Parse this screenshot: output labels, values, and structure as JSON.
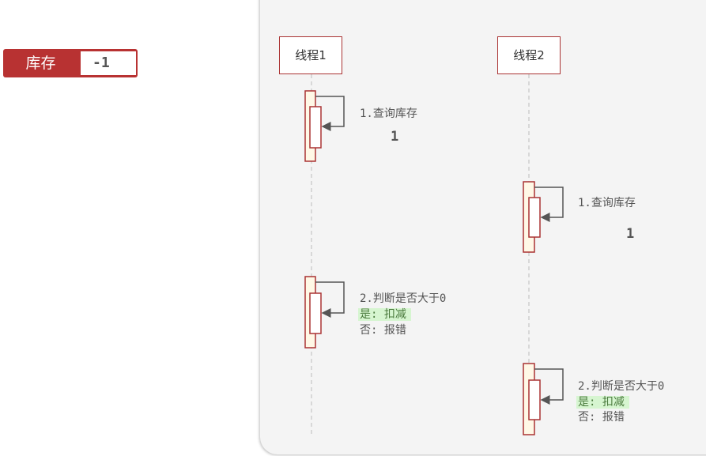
{
  "stock": {
    "label": "库存",
    "value": "-1"
  },
  "threads": [
    {
      "name": "线程1",
      "step1": {
        "label": "1.查询库存",
        "result": "1"
      },
      "step2": {
        "label": "2.判断是否大于0",
        "yes": "是: 扣减",
        "no": "否: 报错"
      }
    },
    {
      "name": "线程2",
      "step1": {
        "label": "1.查询库存",
        "result": "1"
      },
      "step2": {
        "label": "2.判断是否大于0",
        "yes": "是: 扣减",
        "no": "否: 报错"
      }
    }
  ],
  "colors": {
    "accent": "#b83232",
    "highlight": "#d6f5d0",
    "activation": "#fff8e6"
  }
}
